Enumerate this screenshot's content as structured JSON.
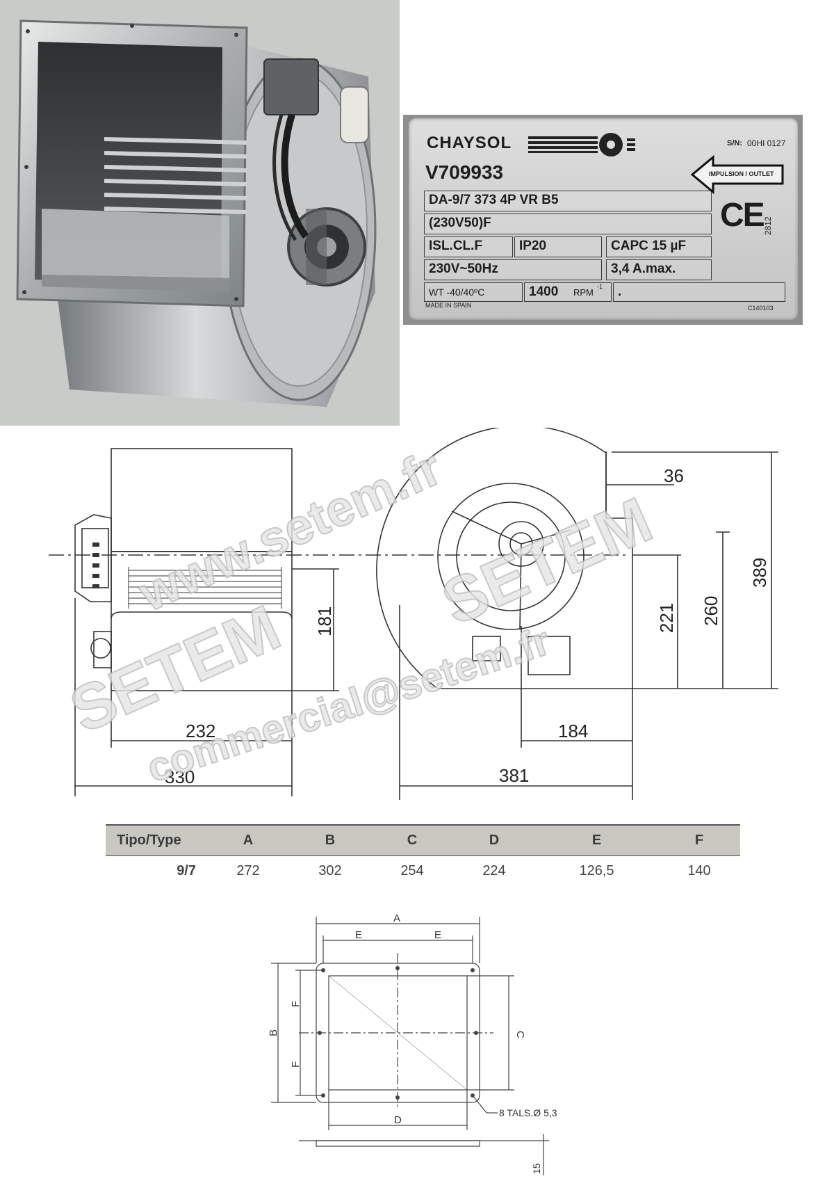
{
  "plate": {
    "brand": "CHAYSOL",
    "serial_label": "S/N:",
    "serial_value": "00HI 0127",
    "model_code": "V709933",
    "model_line": "DA-9/7 373 4P VR B5",
    "voltage_code": "(230V50)F",
    "insulation": "ISL.CL.F",
    "ip_rating": "IP20",
    "capacitor": "CAPC 15 µF",
    "supply": "230V~50Hz",
    "current": "3,4 A.max.",
    "temperature": "WT -40/40ºC",
    "rpm_value": "1400",
    "rpm_unit": "RPM",
    "rpm_exponent": "-1",
    "extra_field": ".",
    "origin": "MADE IN SPAIN",
    "batch": "C140103",
    "outlet_label": "IMPULSION / OUTLET",
    "ce_mark": "CE",
    "notified_body": "2812"
  },
  "side_view": {
    "width_inner": "232",
    "width_total": "330",
    "height_inlet": "181"
  },
  "front_view": {
    "top_offset": "36",
    "height_221": "221",
    "height_260": "260",
    "height_389": "389",
    "width_184": "184",
    "width_381": "381"
  },
  "watermark": {
    "site": "www.setem.fr",
    "brand_a": "SETEM",
    "brand_b": "SETEM",
    "email": "commercial@setem.fr"
  },
  "table": {
    "headers": [
      "Tipo/Type",
      "A",
      "B",
      "C",
      "D",
      "E",
      "F"
    ],
    "rows": [
      [
        "9/7",
        "272",
        "302",
        "254",
        "224",
        "126,5",
        "140"
      ]
    ]
  },
  "flange": {
    "label_a": "A",
    "label_e_left": "E",
    "label_e_right": "E",
    "label_b": "B",
    "label_c": "C",
    "label_d": "D",
    "label_f_top": "F",
    "label_f_bottom": "F",
    "holes_note": "8 TALS.Ø 5,3",
    "thickness": "15"
  },
  "colors": {
    "photo_bg": "#c9cbc9",
    "plate_bg": "#d6d6d6",
    "table_header": "#c8c8c0",
    "line": "#333333"
  }
}
